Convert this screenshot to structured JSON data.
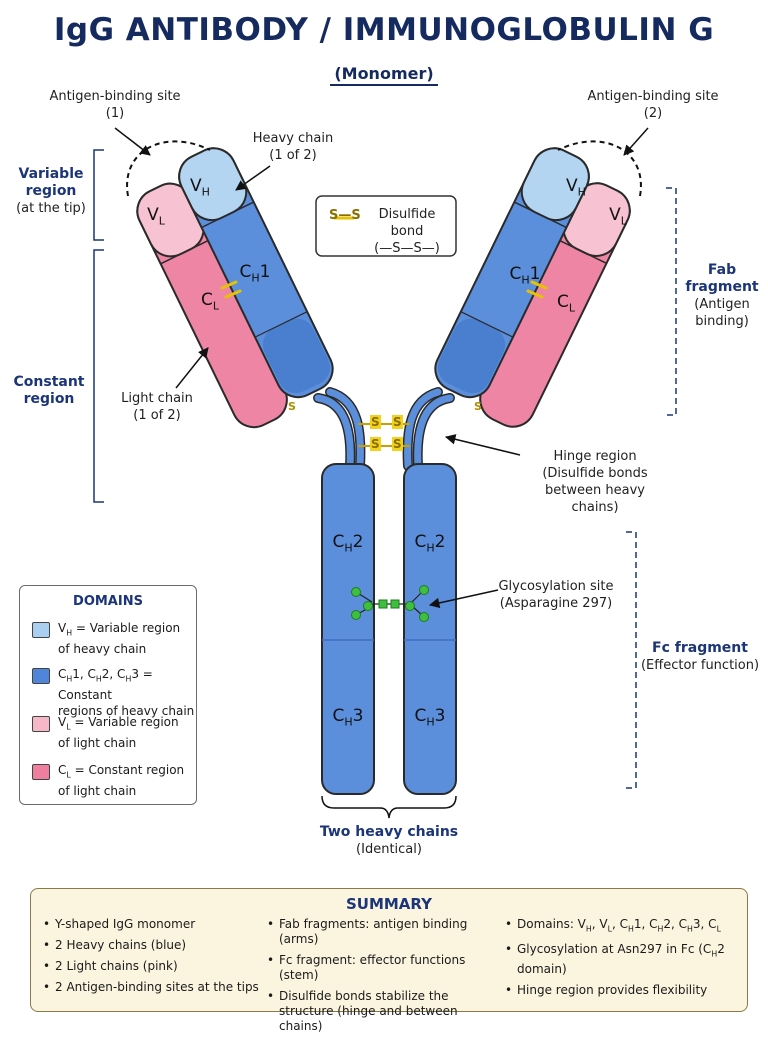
{
  "title": "IgG ANTIBODY / IMMUNOGLOBULIN G",
  "subtitle": "(Monomer)",
  "antigen_site_left": {
    "line1": "Antigen-binding site",
    "line2": "(1)"
  },
  "antigen_site_right": {
    "line1": "Antigen-binding site",
    "line2": "(2)"
  },
  "heavy_chain_label": {
    "line1": "Heavy chain",
    "line2": "(1 of 2)"
  },
  "light_chain_label": {
    "line1": "Light chain",
    "line2": "(1 of 2)"
  },
  "variable_region": {
    "line1": "Variable",
    "line2": "region",
    "line3": "(at the tip)"
  },
  "constant_region": {
    "line1": "Constant",
    "line2": "region"
  },
  "disulfide_box": {
    "symbol": "S—S",
    "line1": "Disulfide bond",
    "line2": "(—S—S—)"
  },
  "fab_fragment": {
    "line1": "Fab",
    "line2": "fragment",
    "line3": "(Antigen",
    "line4": "binding)"
  },
  "fc_fragment": {
    "line1": "Fc fragment",
    "line2": "(Effector function)"
  },
  "hinge_region": {
    "line1": "Hinge region",
    "line2": "(Disulfide bonds",
    "line3": "between heavy chains)"
  },
  "glycosylation": {
    "line1": "Glycosylation site",
    "line2": "(Asparagine 297)"
  },
  "two_heavy_chains": {
    "line1": "Two heavy chains",
    "line2": "(Identical)"
  },
  "domain_labels": {
    "vh": "V",
    "vh_sub": "H",
    "vl": "V",
    "vl_sub": "L",
    "ch1": "C",
    "ch1_sub": "H",
    "ch1_tail": "1",
    "cl": "C",
    "cl_sub": "L",
    "ch2": "C",
    "ch2_sub": "H",
    "ch2_tail": "2",
    "ch3": "C",
    "ch3_sub": "H",
    "ch3_tail": "3",
    "s": "S"
  },
  "legend": {
    "title": "DOMAINS",
    "items": [
      {
        "key": "V",
        "sub": "H",
        "text1": "= Variable region",
        "text2": "of heavy chain",
        "color": "#a9d0f0"
      },
      {
        "key": "C",
        "sub": "H",
        "text1": "1, C",
        "text1b": "H",
        "text1c": "2, C",
        "text1d": "H",
        "text1e": "3 = Constant",
        "text2": "regions of heavy chain",
        "color": "#4f86d9"
      },
      {
        "key": "V",
        "sub": "L",
        "text1": "= Variable region",
        "text2": "of light chain",
        "color": "#f6b8c8"
      },
      {
        "key": "C",
        "sub": "L",
        "text1": "= Constant region",
        "text2": "of light chain",
        "color": "#ee7f9f"
      }
    ]
  },
  "summary": {
    "title": "SUMMARY",
    "col1": [
      "Y-shaped IgG monomer",
      "2 Heavy chains (blue)",
      "2 Light chains (pink)",
      "2 Antigen-binding sites at the tips"
    ],
    "col2": [
      "Fab fragments: antigen binding (arms)",
      "Fc fragment: effector functions (stem)",
      "Disulfide bonds stabilize the structure (hinge and between chains)"
    ],
    "col3a_prefix": "Domains: V",
    "col3b_prefix": "Glycosylation at Asn297 in Fc (C",
    "col3b_suffix": "2 domain)",
    "col3c": "Hinge region provides flexibility"
  },
  "colors": {
    "heavy_blue": "#5b8fdc",
    "heavy_dark": "#3f74c8",
    "vh_light_blue": "#b3d5f2",
    "light_pink": "#f08fab",
    "vl_light_pink": "#f7bfcf",
    "navy": "#1c3578",
    "glycan_green": "#3fbf3f",
    "disulfide_yellow": "#f2d21b"
  }
}
